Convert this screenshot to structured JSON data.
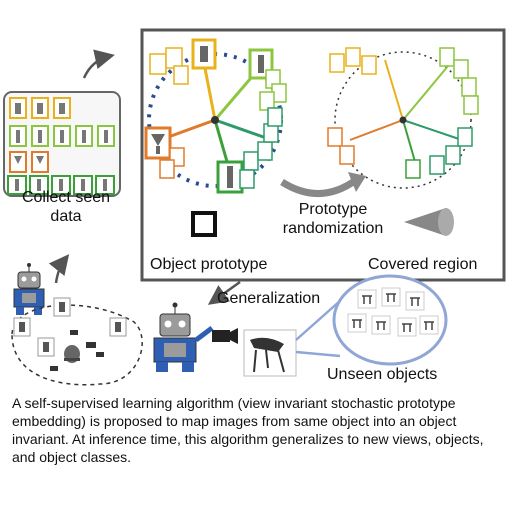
{
  "labels": {
    "collect_seen": "Collect seen data",
    "prototype_randomization": "Prototype randomization",
    "object_prototype": "Object prototype",
    "covered_region": "Covered region",
    "generalization": "Generalization",
    "unseen_objects": "Unseen objects"
  },
  "caption": "A self-supervised learning algorithm (view invariant stochastic prototype embedding) is proposed to map images from same object into an object invariant. At inference time, this algorithm generalizes to new views, objects, and object classes.",
  "colors": {
    "yellow": "#e9b21c",
    "orange": "#e07b2c",
    "light_green": "#8cc63f",
    "green": "#3aa03a",
    "teal_green": "#2e9a6a",
    "dotted_blue": "#2a4d8f",
    "panel_border": "#555555",
    "unseen_circle": "#8fa6d6",
    "robot_blue": "#2f5fb3",
    "robot_gray": "#9b9b9b"
  }
}
